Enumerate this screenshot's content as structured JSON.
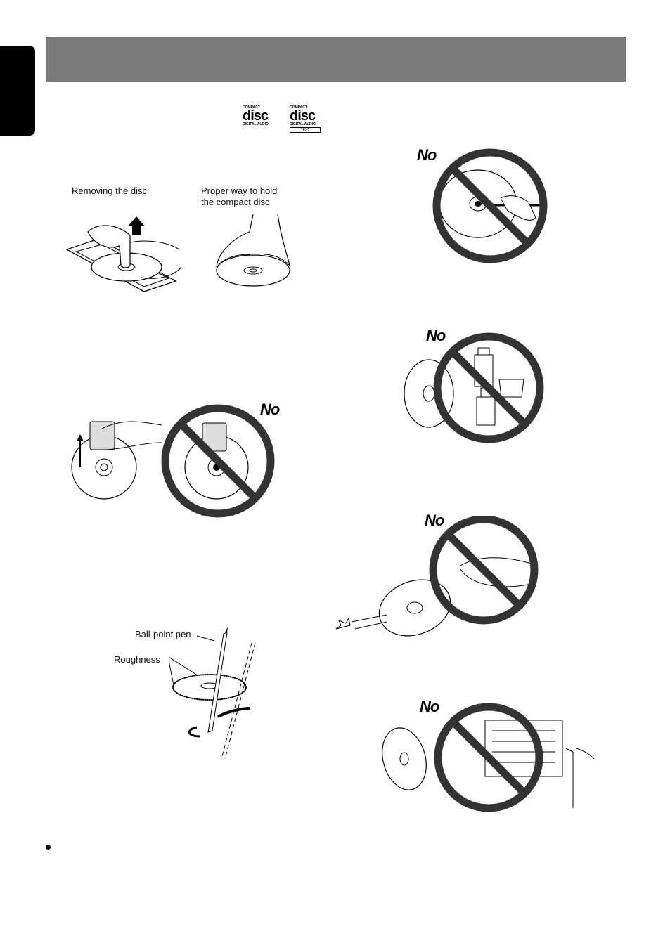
{
  "logos": {
    "cd_logo": {
      "top_text": "COMPACT",
      "word": "disc",
      "bottom_text": "DIGITAL AUDIO"
    },
    "cd_text_logo": {
      "top_text": "COMPACT",
      "word": "disc",
      "bottom_text": "DIGITAL AUDIO",
      "badge": "TEXT"
    }
  },
  "figures": {
    "removing_disc": {
      "caption": "Removing the disc"
    },
    "proper_hold": {
      "caption_line1": "Proper way to hold",
      "caption_line2": "the compact disc"
    },
    "wiping": {
      "no_label": "No"
    },
    "check_edges": {
      "pen_label": "Ball-point pen",
      "roughness_label": "Roughness"
    },
    "no_pencil": {
      "no_label": "No"
    },
    "no_chemicals": {
      "no_label": "No"
    },
    "no_throw": {
      "no_label": "No"
    },
    "no_heat": {
      "no_label": "No"
    }
  },
  "colors": {
    "header_band": "#7a7a7a",
    "side_tab": "#000000",
    "prohibition": "#333333"
  }
}
